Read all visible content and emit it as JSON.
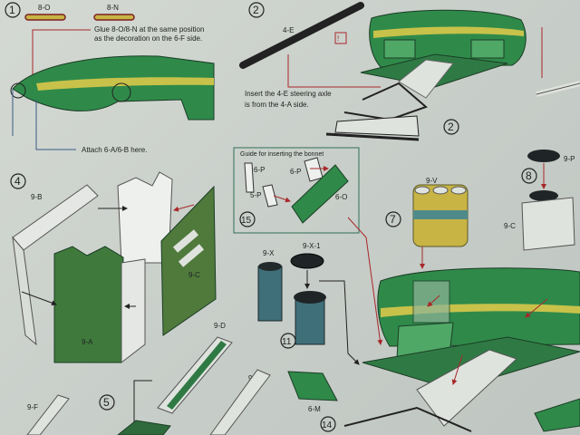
{
  "steps": {
    "s1": "1",
    "s2": "2",
    "s2b": "2",
    "s4": "4",
    "s5": "5",
    "s7": "7",
    "s8": "8",
    "s11": "11",
    "s14": "14",
    "s15": "15"
  },
  "labels": {
    "p8o": "8-O",
    "p8n": "8-N",
    "p4e": "4-E",
    "p6p": "6-P",
    "p6p2": "6-P",
    "p5p": "5-P",
    "p6o": "6-O",
    "p9b": "9-B",
    "p9a": "9-A",
    "p9c": "9-C",
    "p9d": "9-D",
    "p9f": "9-F",
    "p9g": "9-G",
    "p9x": "9-X",
    "p9x1": "9-X-1",
    "p9v": "9-V",
    "p9p": "9-P",
    "p9c2": "9-C",
    "p6m": "6-M"
  },
  "notes": {
    "glue1": "Glue 8-O/8-N at the same position",
    "glue2": "as the decoration on the 6-F side.",
    "attach": "Attach 6-A/6-B here.",
    "insert1": "Insert the 4-E steering axle",
    "insert2": "is from the 4-A side.",
    "guide": "Guide for inserting the bonnet"
  },
  "colors": {
    "green": "#2f8a4a",
    "darkGreen": "#1f5a2e",
    "yellow": "#c8c24a",
    "redArrow": "#a8282a",
    "paper": "#d2d7d1"
  }
}
